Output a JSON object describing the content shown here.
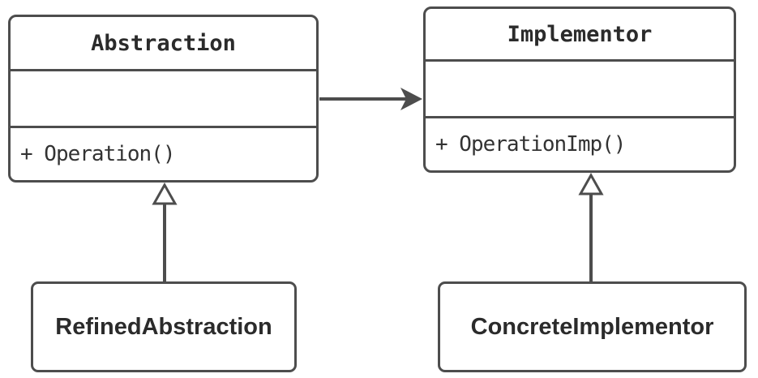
{
  "diagram": {
    "kind": "uml-class-diagram",
    "colors": {
      "stroke": "#4d4d4d",
      "title_text": "#2b2b2b",
      "method_text": "#333333",
      "background": "#ffffff"
    },
    "classes": {
      "abstraction": {
        "name": "Abstraction",
        "attributes": "",
        "methods": "+ Operation()"
      },
      "implementor": {
        "name": "Implementor",
        "attributes": "",
        "methods": "+ OperationImp()"
      },
      "refined_abstraction": {
        "name": "RefinedAbstraction"
      },
      "concrete_implementor": {
        "name": "ConcreteImplementor"
      }
    },
    "relationships": [
      {
        "type": "directed-association",
        "from": "Abstraction",
        "to": "Implementor"
      },
      {
        "type": "inheritance",
        "from": "RefinedAbstraction",
        "to": "Abstraction"
      },
      {
        "type": "inheritance",
        "from": "ConcreteImplementor",
        "to": "Implementor"
      }
    ]
  }
}
